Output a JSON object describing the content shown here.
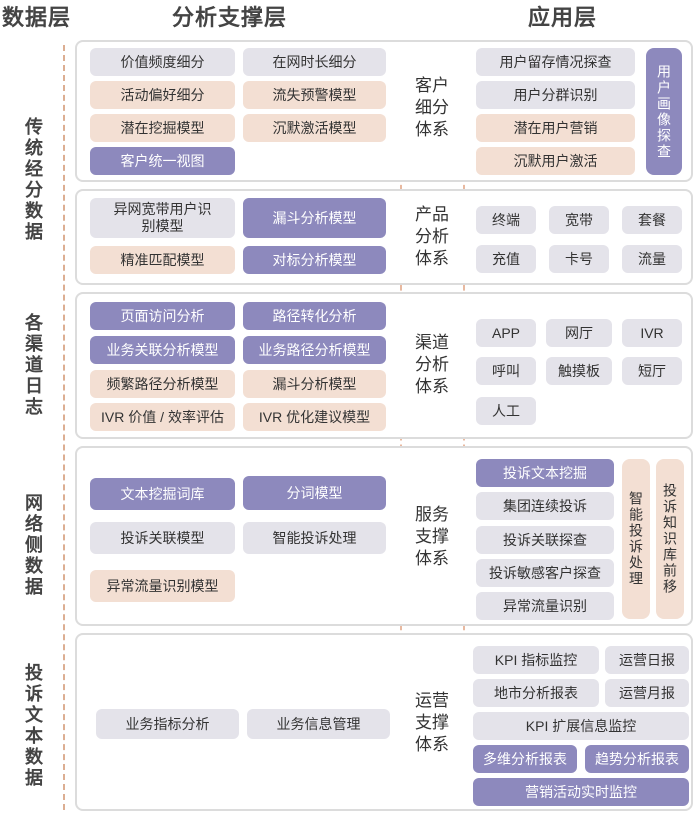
{
  "headers": {
    "data": "数据层",
    "analysis": "分析支撑层",
    "app": "应用层"
  },
  "data_sources": [
    "传统经分数据",
    "各渠道日志",
    "网络侧数据",
    "投诉文本数据"
  ],
  "sections": [
    {
      "system": "客户细分体系",
      "analysis": [
        "价值频度细分",
        "在网时长细分",
        "活动偏好细分",
        "流失预警模型",
        "潜在挖掘模型",
        "沉默激活模型",
        "客户统一视图"
      ],
      "apps": [
        "用户留存情况探查",
        "用户分群识别",
        "潜在用户营销",
        "沉默用户激活"
      ],
      "app_side": "用户画像探查"
    },
    {
      "system": "产品分析体系",
      "analysis": [
        "异网宽带用户识别模型",
        "漏斗分析模型",
        "精准匹配模型",
        "对标分析模型"
      ],
      "apps": [
        "终端",
        "宽带",
        "套餐",
        "充值",
        "卡号",
        "流量"
      ]
    },
    {
      "system": "渠道分析体系",
      "analysis": [
        "页面访问分析",
        "路径转化分析",
        "业务关联分析模型",
        "业务路径分析模型",
        "频繁路径分析模型",
        "漏斗分析模型",
        "IVR 价值 / 效率评估",
        "IVR 优化建议模型"
      ],
      "apps": [
        "APP",
        "网厅",
        "IVR",
        "呼叫",
        "触摸板",
        "短厅",
        "人工"
      ]
    },
    {
      "system": "服务支撑体系",
      "analysis": [
        "文本挖掘词库",
        "分词模型",
        "投诉关联模型",
        "智能投诉处理",
        "异常流量识别模型"
      ],
      "apps": [
        "投诉文本挖掘",
        "集团连续投诉",
        "投诉关联探查",
        "投诉敏感客户探查",
        "异常流量识别"
      ],
      "app_side1": "智能投诉处理",
      "app_side2": "投诉知识库前移"
    },
    {
      "system": "运营支撑体系",
      "analysis": [
        "业务指标分析",
        "业务信息管理"
      ],
      "apps": [
        "KPI 指标监控",
        "运营日报",
        "地市分析报表",
        "运营月报",
        "KPI 扩展信息监控",
        "多维分析报表",
        "趋势分析报表",
        "营销活动实时监控"
      ]
    }
  ],
  "colors": {
    "gray": "#e4e3ea",
    "peach": "#f3dfd3",
    "purple": "#8d89bd",
    "dash": "#dcae92"
  }
}
